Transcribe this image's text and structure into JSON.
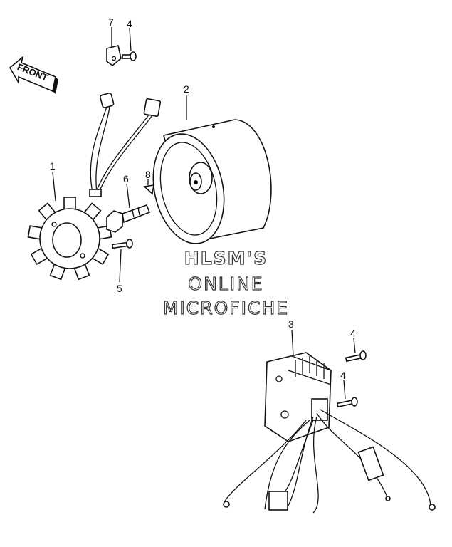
{
  "diagram": {
    "direction_arrow": "FRONT",
    "callouts": [
      {
        "id": "7",
        "part": "bracket"
      },
      {
        "id": "4",
        "part": "screw"
      },
      {
        "id": "2",
        "part": "rotor"
      },
      {
        "id": "1",
        "part": "stator"
      },
      {
        "id": "6",
        "part": "bolt"
      },
      {
        "id": "8",
        "part": "key"
      },
      {
        "id": "5",
        "part": "screw"
      },
      {
        "id": "3",
        "part": "regulator"
      },
      {
        "id": "4b",
        "label": "4",
        "part": "screw"
      },
      {
        "id": "4c",
        "label": "4",
        "part": "screw"
      }
    ],
    "labels": [
      "7",
      "4",
      "2",
      "1",
      "6",
      "8",
      "5",
      "3",
      "4",
      "4"
    ]
  },
  "watermark": {
    "line1": "HLSM'S",
    "line2": "ONLINE",
    "line3": "MICROFICHE"
  }
}
